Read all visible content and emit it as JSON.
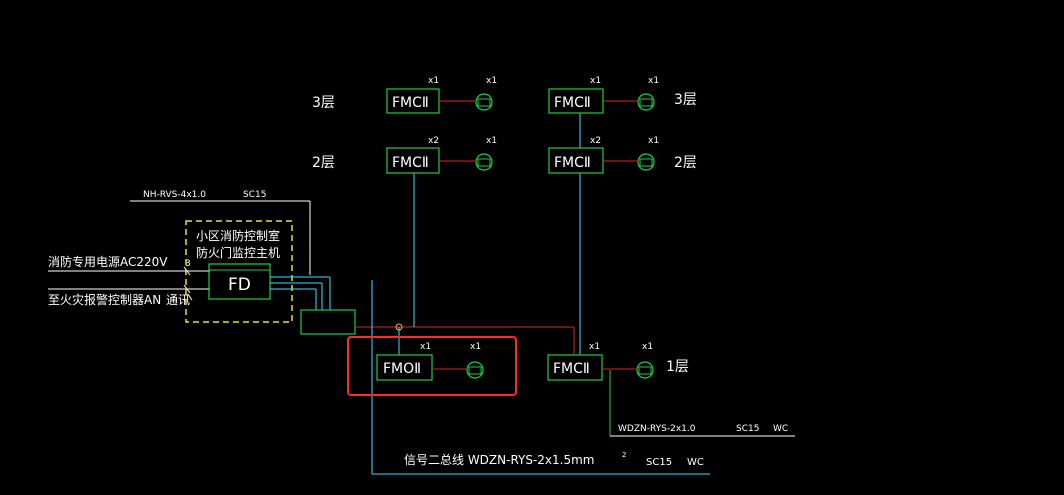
{
  "floors": {
    "f3_left": "3层",
    "f3_right": "3层",
    "f2_left": "2层",
    "f2_right": "2层",
    "f1_right": "1层"
  },
  "modules": {
    "fmc_label": "FMCⅡ",
    "fmo_label": "FMOⅡ",
    "fd_label": "FD"
  },
  "multipliers": {
    "x1": "x1",
    "x2": "x2"
  },
  "wires": {
    "nh_rvs": "NH-RVS-4x1.0",
    "sc15_top": "SC15",
    "wdzn_rys_right": "WDZN-RYS-2x1.0",
    "sc15_right": "SC15",
    "wc_right": "WC",
    "signal_bus": "信号二总线 WDZN-RYS-2x1.5mm",
    "bus_small": "2",
    "sc15_bottom": "SC15",
    "wc_bottom": "WC"
  },
  "control_room": {
    "line1": "小区消防控制室",
    "line2": "防火门监控主机"
  },
  "left_labels": {
    "power": "消防专用电源AC220V",
    "power_num": "3",
    "alarm": "至火灾报警控制器AN",
    "comm": "通讯"
  },
  "colors": {
    "background": "#000000",
    "module_outline": "#22cc44",
    "red_wire": "#e02020",
    "cyan_wire": "#40d8ff",
    "yellow_dash": "#e8e040",
    "highlight": "#ff2a2a"
  }
}
